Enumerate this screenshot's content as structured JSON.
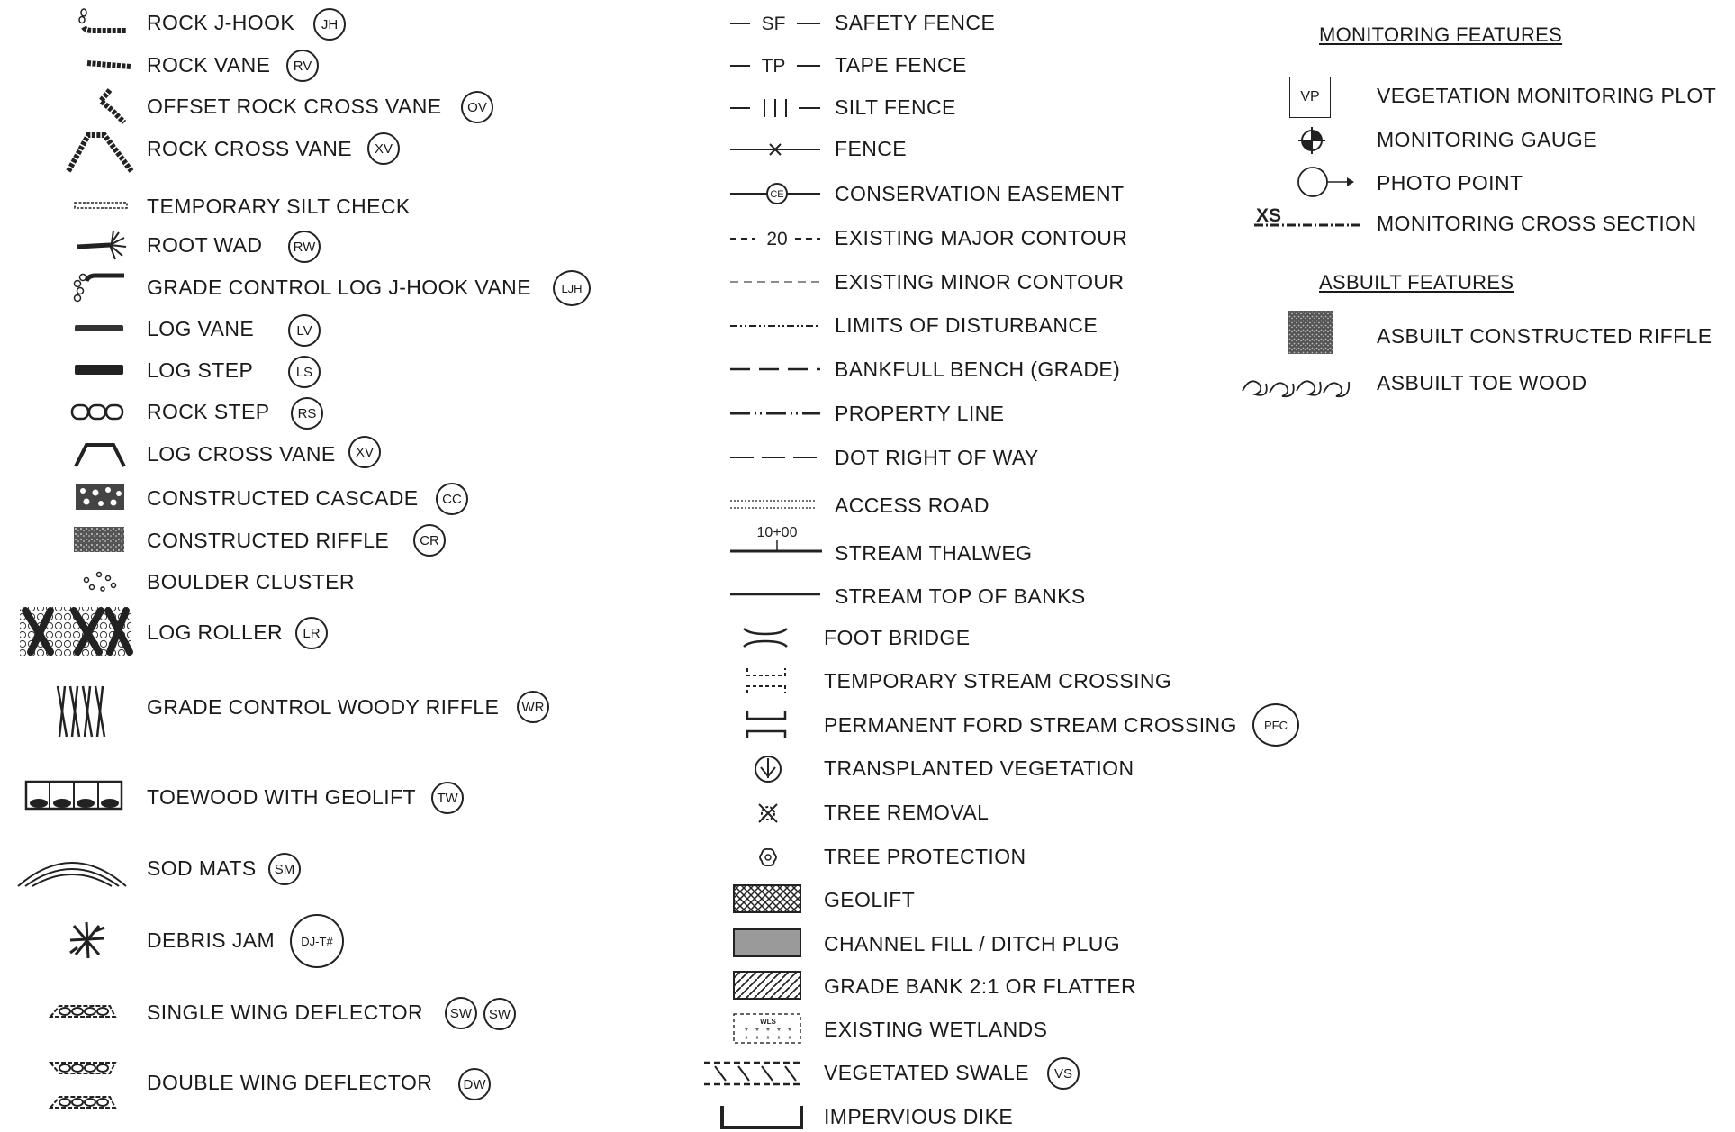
{
  "col1": [
    {
      "label": "ROCK J-HOOK",
      "tag": "JH",
      "icon": "rock-j-hook-icon"
    },
    {
      "label": "ROCK VANE",
      "tag": "RV",
      "icon": "rock-vane-icon"
    },
    {
      "label": "OFFSET ROCK CROSS VANE",
      "tag": "OV",
      "icon": "offset-rock-cross-vane-icon"
    },
    {
      "label": "ROCK CROSS VANE",
      "tag": "XV",
      "icon": "rock-cross-vane-icon"
    },
    {
      "label": "TEMPORARY SILT CHECK",
      "tag": "",
      "icon": "temporary-silt-check-icon"
    },
    {
      "label": "ROOT WAD",
      "tag": "RW",
      "icon": "root-wad-icon"
    },
    {
      "label": "GRADE CONTROL LOG J-HOOK VANE",
      "tag": "LJH",
      "icon": "log-j-hook-vane-icon"
    },
    {
      "label": "LOG VANE",
      "tag": "LV",
      "icon": "log-vane-icon"
    },
    {
      "label": "LOG STEP",
      "tag": "LS",
      "icon": "log-step-icon"
    },
    {
      "label": "ROCK STEP",
      "tag": "RS",
      "icon": "rock-step-icon"
    },
    {
      "label": "LOG CROSS VANE",
      "tag": "XV",
      "icon": "log-cross-vane-icon"
    },
    {
      "label": "CONSTRUCTED CASCADE",
      "tag": "CC",
      "icon": "constructed-cascade-icon"
    },
    {
      "label": "CONSTRUCTED RIFFLE",
      "tag": "CR",
      "icon": "constructed-riffle-icon"
    },
    {
      "label": "BOULDER CLUSTER",
      "tag": "",
      "icon": "boulder-cluster-icon"
    },
    {
      "label": "LOG ROLLER",
      "tag": "LR",
      "icon": "log-roller-icon"
    },
    {
      "label": "GRADE CONTROL WOODY RIFFLE",
      "tag": "WR",
      "icon": "woody-riffle-icon"
    },
    {
      "label": "TOEWOOD WITH GEOLIFT",
      "tag": "TW",
      "icon": "toewood-geolift-icon"
    },
    {
      "label": "SOD MATS",
      "tag": "SM",
      "icon": "sod-mats-icon"
    },
    {
      "label": "DEBRIS JAM",
      "tag": "DJ-T#",
      "icon": "debris-jam-icon"
    },
    {
      "label": "SINGLE WING DEFLECTOR",
      "tag": "SW",
      "tag2": "SW",
      "icon": "single-wing-deflector-icon"
    },
    {
      "label": "DOUBLE WING DEFLECTOR",
      "tag": "DW",
      "icon": "double-wing-deflector-icon"
    }
  ],
  "col2": [
    {
      "label": "SAFETY FENCE",
      "line_text": "SF",
      "icon": "safety-fence-line-icon"
    },
    {
      "label": "TAPE FENCE",
      "line_text": "TP",
      "icon": "tape-fence-line-icon"
    },
    {
      "label": "SILT FENCE",
      "line_text": "|||",
      "icon": "silt-fence-line-icon"
    },
    {
      "label": "FENCE",
      "line_text": "×",
      "icon": "fence-line-icon"
    },
    {
      "label": "CONSERVATION EASEMENT",
      "line_text": "CE",
      "icon": "conservation-easement-line-icon"
    },
    {
      "label": "EXISTING MAJOR CONTOUR",
      "line_text": "20",
      "icon": "major-contour-line-icon"
    },
    {
      "label": "EXISTING MINOR CONTOUR",
      "line_text": "",
      "icon": "minor-contour-line-icon"
    },
    {
      "label": "LIMITS OF DISTURBANCE",
      "line_text": "",
      "icon": "limits-disturbance-line-icon"
    },
    {
      "label": "BANKFULL BENCH (GRADE)",
      "line_text": "",
      "icon": "bankfull-bench-line-icon"
    },
    {
      "label": "PROPERTY LINE",
      "line_text": "",
      "icon": "property-line-icon"
    },
    {
      "label": "DOT RIGHT OF WAY",
      "line_text": "",
      "icon": "dot-right-of-way-line-icon"
    },
    {
      "label": "ACCESS ROAD",
      "line_text": "",
      "icon": "access-road-line-icon"
    },
    {
      "label": "STREAM THALWEG",
      "line_text": "10+00",
      "icon": "stream-thalweg-line-icon"
    },
    {
      "label": "STREAM TOP OF BANKS",
      "line_text": "",
      "icon": "stream-top-banks-line-icon"
    },
    {
      "label": "FOOT BRIDGE",
      "icon": "foot-bridge-icon"
    },
    {
      "label": "TEMPORARY STREAM CROSSING",
      "icon": "temporary-crossing-icon"
    },
    {
      "label": "PERMANENT FORD STREAM CROSSING",
      "tag": "PFC",
      "icon": "permanent-ford-crossing-icon"
    },
    {
      "label": "TRANSPLANTED VEGETATION",
      "icon": "transplanted-vegetation-icon"
    },
    {
      "label": "TREE REMOVAL",
      "icon": "tree-removal-icon"
    },
    {
      "label": "TREE PROTECTION",
      "icon": "tree-protection-icon"
    },
    {
      "label": "GEOLIFT",
      "icon": "geolift-hatch-icon"
    },
    {
      "label": "CHANNEL FILL / DITCH PLUG",
      "icon": "channel-fill-icon"
    },
    {
      "label": "GRADE BANK 2:1 OR FLATTER",
      "icon": "grade-bank-hatch-icon"
    },
    {
      "label": "EXISTING WETLANDS",
      "wetland_text": "WLS",
      "icon": "wetlands-icon"
    },
    {
      "label": "VEGETATED SWALE",
      "tag": "VS",
      "icon": "vegetated-swale-icon"
    },
    {
      "label": "IMPERVIOUS DIKE",
      "icon": "impervious-dike-icon"
    }
  ],
  "monitoring": {
    "header": "MONITORING FEATURES",
    "items": [
      {
        "label": "VEGETATION MONITORING PLOT",
        "box_text": "VP",
        "icon": "vegetation-plot-icon"
      },
      {
        "label": "MONITORING GAUGE",
        "icon": "monitoring-gauge-icon"
      },
      {
        "label": "PHOTO POINT",
        "icon": "photo-point-icon"
      },
      {
        "label": "MONITORING CROSS SECTION",
        "line_text": "XS",
        "icon": "cross-section-line-icon"
      }
    ]
  },
  "asbuilt": {
    "header": "ASBUILT FEATURES",
    "items": [
      {
        "label": "ASBUILT CONSTRUCTED RIFFLE",
        "icon": "asbuilt-riffle-icon"
      },
      {
        "label": "ASBUILT TOE WOOD",
        "icon": "asbuilt-toe-wood-icon"
      }
    ]
  }
}
